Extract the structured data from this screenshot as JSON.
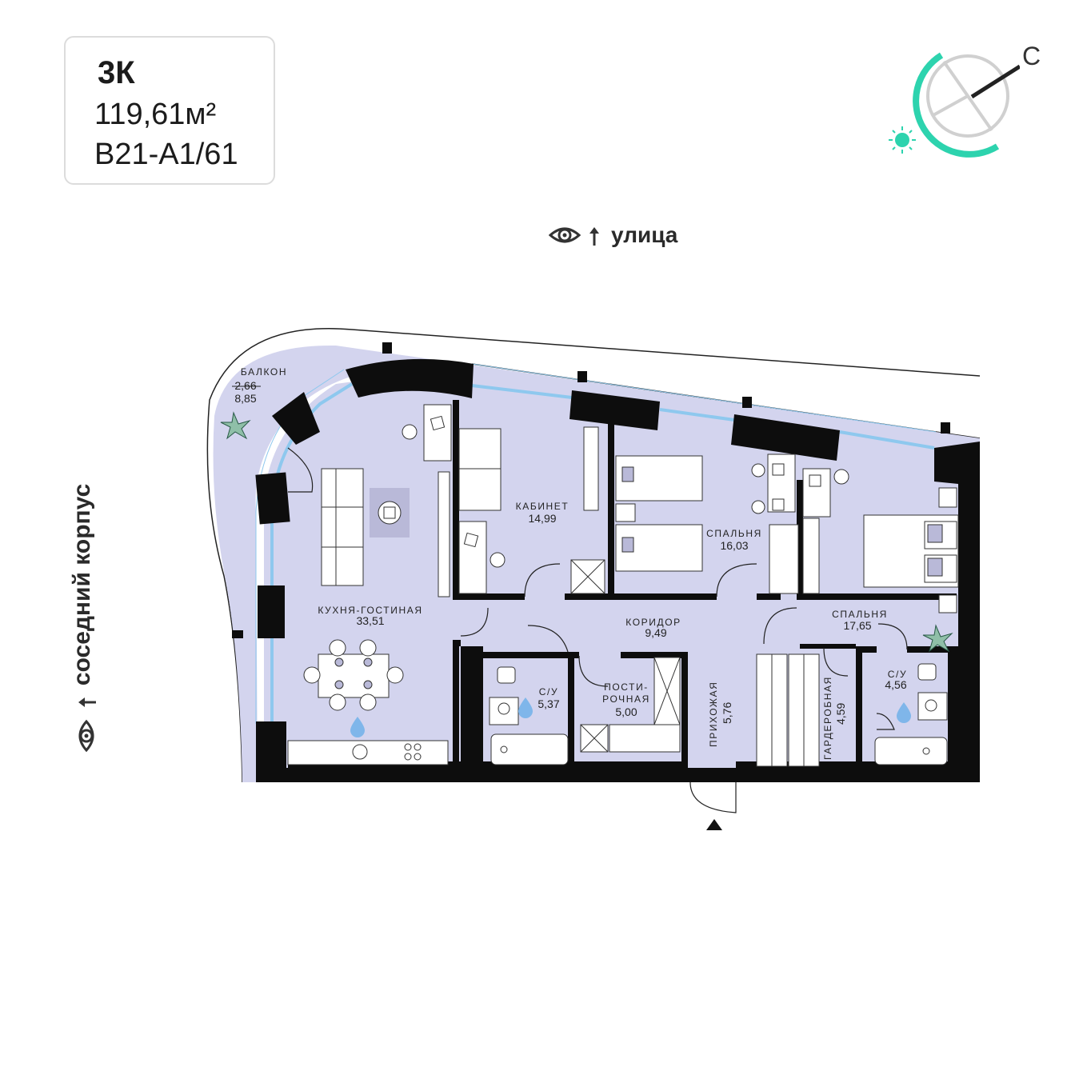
{
  "card": {
    "title": "3К",
    "area": "119,61м²",
    "code": "В21-А1/61"
  },
  "compass": {
    "north_letter": "С"
  },
  "views": {
    "street": "улица",
    "side": "соседний корпус"
  },
  "colors": {
    "floor": "#d3d4ee",
    "wall": "#0d0d0d",
    "accent": "#2dd3ae",
    "window": "#8ec8ee",
    "water": "#7fb6ea"
  },
  "rooms": {
    "balcony": {
      "name": "БАЛКОН",
      "area_a": "2,66",
      "area_b": "8,85"
    },
    "kitchen": {
      "name": "КУХНЯ-ГОСТИНАЯ",
      "area": "33,51"
    },
    "study": {
      "name": "КАБИНЕТ",
      "area": "14,99"
    },
    "bedroom1": {
      "name": "СПАЛЬНЯ",
      "area": "16,03"
    },
    "bedroom2": {
      "name": "СПАЛЬНЯ",
      "area": "17,65"
    },
    "corridor": {
      "name": "КОРИДОР",
      "area": "9,49"
    },
    "bath1": {
      "name": "С/У",
      "area": "5,37"
    },
    "laundry": {
      "name_1": "ПОСТИ-",
      "name_2": "РОЧНАЯ",
      "area": "5,00"
    },
    "hall": {
      "name": "ПРИХОЖАЯ",
      "area": "5,76"
    },
    "wardrobe": {
      "name": "ГАРДЕРОБНАЯ",
      "area": "4,59"
    },
    "bath2": {
      "name": "С/У",
      "area": "4,56"
    }
  },
  "icons": [
    "eye-icon",
    "arrow-up-icon",
    "sun-icon",
    "plant-icon",
    "water-drop-icon",
    "entrance-triangle-icon"
  ]
}
